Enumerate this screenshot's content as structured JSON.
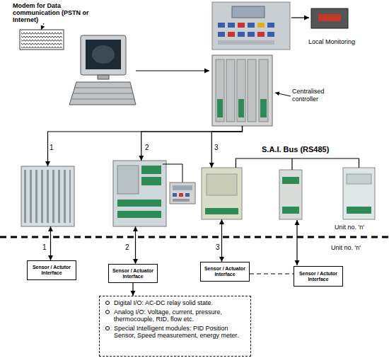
{
  "diagram": {
    "nodes": [
      {
        "text": [
          "Modem for Data communication (PSTN or Internet)"
        ]
      },
      {
        "text": [
          "Local Monitoring"
        ]
      },
      {
        "text": [
          "Centralised controller"
        ]
      },
      {
        "text": [
          "1"
        ]
      },
      {
        "text": [
          "2"
        ]
      },
      {
        "text": [
          "3"
        ]
      },
      {
        "text": [
          "Unit no. 'n'"
        ]
      },
      {
        "text": [
          "Sensor / Actutor Interface"
        ]
      },
      {
        "text": [
          "Sensor / Actuator Interface"
        ]
      },
      {
        "text": [
          "Sensor / Actuator Interface"
        ]
      },
      {
        "text": [
          "Sensor / Actutor Interface"
        ]
      },
      {
        "text": [
          "Digital I/O: AC-DC relay solid state.",
          "Analog I/O: Voltage, current, pressure, thermocouple, RID, flow etc.",
          "Special Intelligent modules: PID Position Sensor, Speed measurement, energy meter."
        ]
      }
    ],
    "edges": [
      {
        "from": 2,
        "to": 3,
        "arrow": "to"
      },
      {
        "from": 2,
        "to": 4,
        "arrow": "to"
      },
      {
        "from": 2,
        "to": 5,
        "arrow": "to"
      },
      {
        "from": 5,
        "to": 6,
        "arrow": "none"
      },
      {
        "from": 3,
        "to": 7,
        "arrow": "both"
      },
      {
        "from": 4,
        "to": 8,
        "arrow": "both"
      },
      {
        "from": 5,
        "to": 9,
        "arrow": "both"
      },
      {
        "from": 9,
        "to": 10,
        "arrow": "none"
      },
      {
        "from": 8,
        "to": 11,
        "arrow": "to"
      }
    ],
    "labels": [
      "S.A.I. Bus (RS485)",
      "1",
      "2",
      "3",
      "Unit no. 'n'"
    ]
  }
}
